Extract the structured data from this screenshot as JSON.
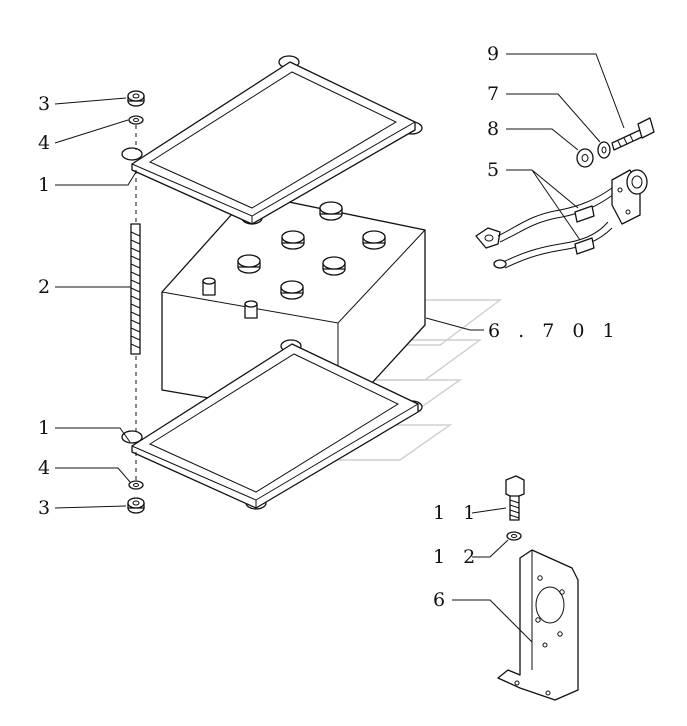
{
  "callouts": {
    "c3_top": "3",
    "c4_top": "4",
    "c1_top": "1",
    "c2": "2",
    "c1_bottom": "1",
    "c4_bottom": "4",
    "c3_bottom": "3",
    "c9": "9",
    "c7": "7",
    "c8": "8",
    "c5": "5",
    "c11": "1 1",
    "c12": "1 2",
    "c6": "6"
  },
  "reference": "6 . 7 0 1",
  "colors": {
    "line": "#111111",
    "watermark": "#cfcfcf",
    "background": "#ffffff"
  }
}
